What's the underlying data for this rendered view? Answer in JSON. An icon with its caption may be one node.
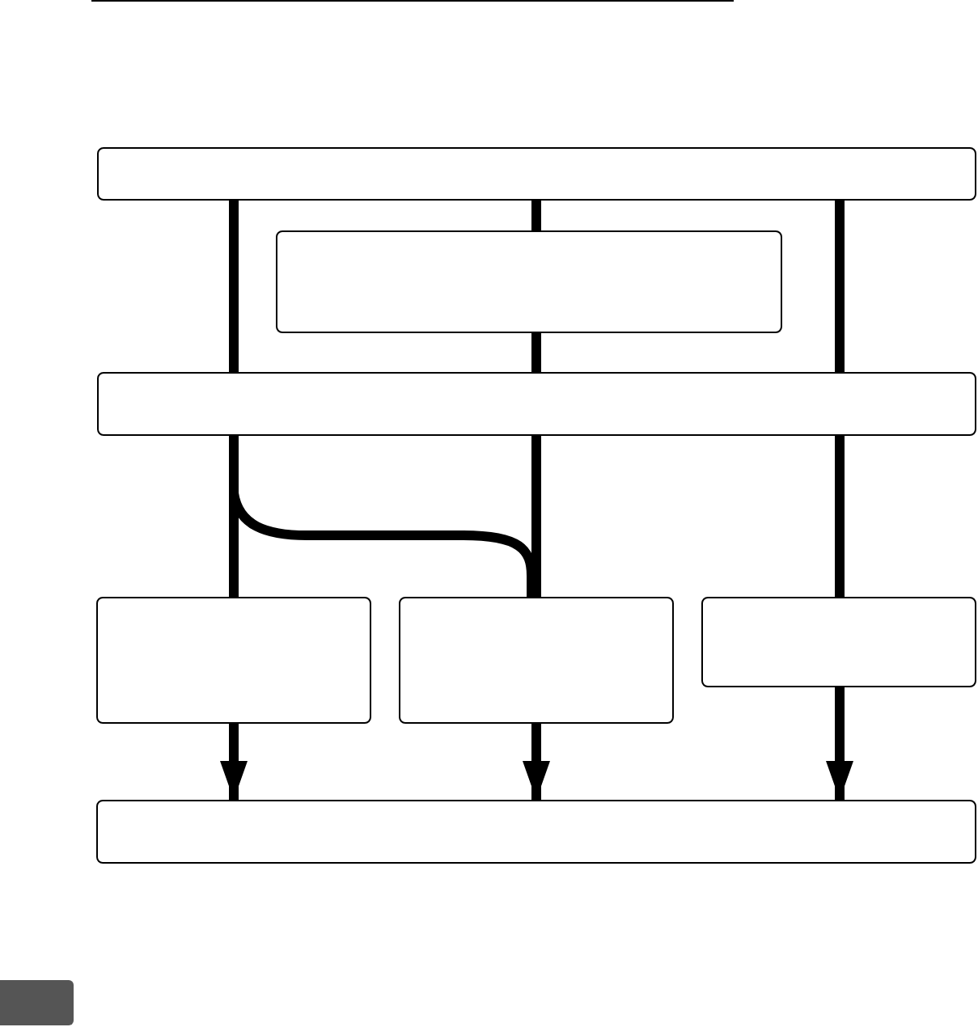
{
  "diagram": {
    "nodes": [
      {
        "text": [],
        "shape": "box"
      },
      {
        "text": [],
        "shape": "box"
      },
      {
        "text": [],
        "shape": "box"
      },
      {
        "text": [],
        "shape": "box"
      },
      {
        "text": [],
        "shape": "box"
      },
      {
        "text": [],
        "shape": "box"
      },
      {
        "text": [],
        "shape": "box"
      }
    ],
    "edges": [
      {
        "from": 0,
        "to": 2,
        "arrow": "none"
      },
      {
        "from": 0,
        "to": 1,
        "arrow": "none"
      },
      {
        "from": 1,
        "to": 2,
        "arrow": "none"
      },
      {
        "from": 0,
        "to": 2,
        "arrow": "none"
      },
      {
        "from": 2,
        "to": 3,
        "arrow": "none"
      },
      {
        "from": 2,
        "to": 4,
        "arrow": "none"
      },
      {
        "from": 2,
        "to": 4,
        "arrow": "none"
      },
      {
        "from": 2,
        "to": 5,
        "arrow": "none"
      },
      {
        "from": 3,
        "to": 6,
        "arrow": "to"
      },
      {
        "from": 4,
        "to": 6,
        "arrow": "to"
      },
      {
        "from": 5,
        "to": 6,
        "arrow": "to"
      }
    ]
  }
}
